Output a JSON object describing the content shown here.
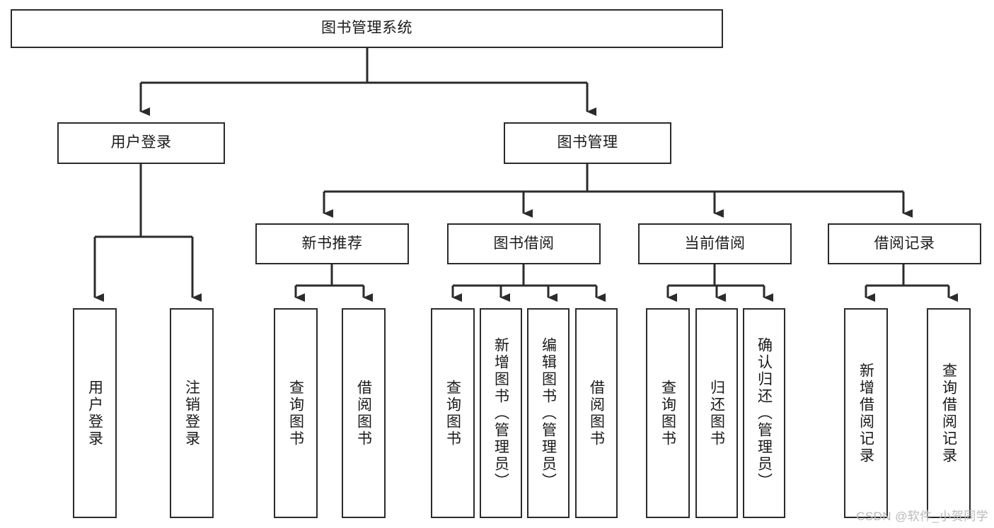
{
  "diagram": {
    "type": "hierarchy-tree",
    "title": "图书管理系统",
    "watermark": "CSDN @软件_小贺同学",
    "colors": {
      "node_border": "#2b2b2b",
      "node_fill": "#ffffff",
      "edge": "#2b2b2b",
      "text": "#1a1a1a",
      "watermark": "#b9b9b9",
      "background": "#ffffff"
    },
    "nodes": {
      "root": {
        "label": "图书管理系统",
        "level": 0,
        "orientation": "horizontal"
      },
      "l1": [
        {
          "id": "user_login",
          "label": "用户登录",
          "orientation": "horizontal"
        },
        {
          "id": "book_manage",
          "label": "图书管理",
          "orientation": "horizontal"
        }
      ],
      "l2": [
        {
          "id": "new_book_rec",
          "label": "新书推荐",
          "orientation": "horizontal",
          "parent": "book_manage"
        },
        {
          "id": "book_borrow",
          "label": "图书借阅",
          "orientation": "horizontal",
          "parent": "book_manage"
        },
        {
          "id": "current_borrow",
          "label": "当前借阅",
          "orientation": "horizontal",
          "parent": "book_manage"
        },
        {
          "id": "borrow_record",
          "label": "借阅记录",
          "orientation": "horizontal",
          "parent": "book_manage"
        }
      ],
      "leaves": [
        {
          "id": "leaf_user_login",
          "label": "用户登录",
          "orientation": "vertical",
          "parent": "user_login"
        },
        {
          "id": "leaf_logout",
          "label": "注销登录",
          "orientation": "vertical",
          "parent": "user_login"
        },
        {
          "id": "leaf_query_book_1",
          "label": "查询图书",
          "orientation": "vertical",
          "parent": "new_book_rec"
        },
        {
          "id": "leaf_borrow_book_1",
          "label": "借阅图书",
          "orientation": "vertical",
          "parent": "new_book_rec"
        },
        {
          "id": "leaf_query_book_2",
          "label": "查询图书",
          "orientation": "vertical",
          "parent": "book_borrow"
        },
        {
          "id": "leaf_add_book",
          "label": "新增图书（管理员）",
          "orientation": "vertical",
          "parent": "book_borrow"
        },
        {
          "id": "leaf_edit_book",
          "label": "编辑图书（管理员）",
          "orientation": "vertical",
          "parent": "book_borrow"
        },
        {
          "id": "leaf_borrow_book_2",
          "label": "借阅图书",
          "orientation": "vertical",
          "parent": "book_borrow"
        },
        {
          "id": "leaf_query_book_3",
          "label": "查询图书",
          "orientation": "vertical",
          "parent": "current_borrow"
        },
        {
          "id": "leaf_return_book",
          "label": "归还图书",
          "orientation": "vertical",
          "parent": "current_borrow"
        },
        {
          "id": "leaf_confirm_return",
          "label": "确认归还（管理员）",
          "orientation": "vertical",
          "parent": "current_borrow"
        },
        {
          "id": "leaf_add_record",
          "label": "新增借阅记录",
          "orientation": "vertical",
          "parent": "borrow_record"
        },
        {
          "id": "leaf_query_record",
          "label": "查询借阅记录",
          "orientation": "vertical",
          "parent": "borrow_record"
        }
      ]
    }
  }
}
